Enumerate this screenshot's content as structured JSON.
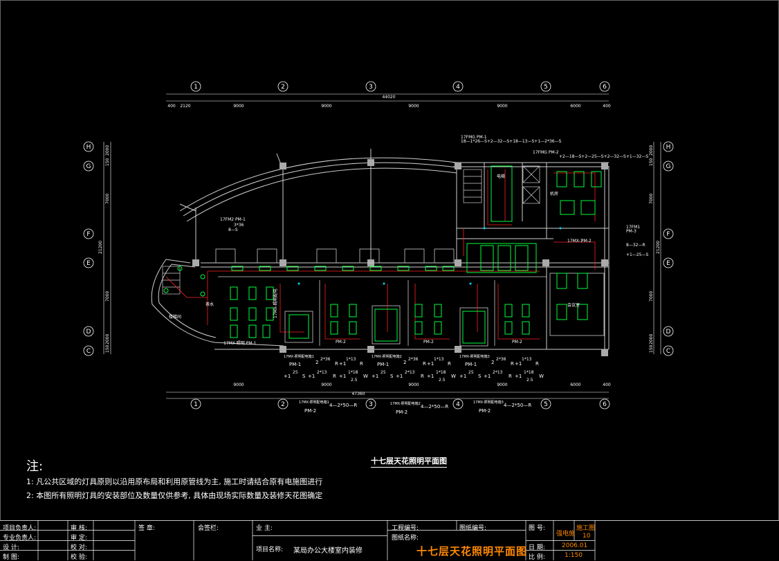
{
  "colors": {
    "wall": "#d0d0d0",
    "grid": "#ffffff",
    "light": "#00ff3c",
    "wire": "#ff2020",
    "text": "#ffffff",
    "accent": "#ff8a00",
    "cyan": "#00d8ff"
  },
  "grid_cols": [
    "1",
    "2",
    "3",
    "4",
    "5",
    "6"
  ],
  "grid_rows": [
    "H",
    "G",
    "F",
    "E",
    "D",
    "C"
  ],
  "dims_top": {
    "overall": "44020",
    "segments": [
      "400",
      "2120",
      "9000",
      "9000",
      "9000",
      "9000",
      "6000",
      "400"
    ]
  },
  "dims_bottom": {
    "overall": "47360",
    "segments": [
      "9000",
      "9000",
      "9000",
      "9000",
      "6000",
      "400"
    ]
  },
  "dims_left": [
    "2000",
    "150",
    "7000",
    "21200",
    "7000",
    "2000",
    "150"
  ],
  "dims_right": [
    "2000",
    "150",
    "7000",
    "21200",
    "7000",
    "2000",
    "150"
  ],
  "plan_labels": {
    "pm1_top_left": "17FM2  PM-1",
    "fraction_top_left": "3*36",
    "eq_top_left": "8—S",
    "top_right_1": "17FMG PM-1",
    "top_right_formula": "18—1*26—S+2—32—S+18—13—S+1—2*36—S",
    "top_right_2": "17FMG PM-2",
    "top_right_formula2": "+2—18—S+2—25—S+2—32—S+1—32—S",
    "right_side_a": "17FM1",
    "right_side_b": "PM-3",
    "right_side_c": "8—32—R",
    "right_side_d": "+1—25—S",
    "mid_pm2": "PM-2",
    "mid_box": "17MX-1",
    "left_label": "17MX-照明配电",
    "pm1_bottom": "17MX-照明  PM-1",
    "pm2": "PM-2",
    "stair": "楼梯间",
    "room_tea": "茶水",
    "room_elev": "电梯",
    "room_mech": "机房",
    "room_meeting": "会议室"
  },
  "legend_groups": [
    {
      "head": "17MX-照明配电箱1",
      "pm": "PM-1",
      "f1": "2*36",
      "f1s": "R",
      "f2": "1*13",
      "f2s": "R",
      "line2a": "+1",
      "f3": "25",
      "f3s": "S",
      "f4": "2*13",
      "f4s": "R",
      "f5": "1*18",
      "f5b": "2.5",
      "f5s": "W"
    },
    {
      "head": "17MX-照明配电箱2",
      "pm": "PM-1",
      "f1": "2*36",
      "f1s": "R",
      "f2": "1*13",
      "f2s": "R",
      "line2a": "+1",
      "f3": "25",
      "f3s": "S",
      "f4": "2*13",
      "f4s": "R",
      "f5": "1*18",
      "f5b": "2.5",
      "f5s": "W"
    },
    {
      "head": "17MX-照明配电箱3",
      "pm": "PM-1",
      "f1": "2*36",
      "f1s": "R",
      "f2": "1*13",
      "f2s": "R",
      "line2a": "+1",
      "f3": "25",
      "f3s": "S",
      "f4": "2*13",
      "f4s": "R",
      "f5": "1*18",
      "f5b": "2.5",
      "f5s": "W"
    }
  ],
  "pm2_groups": [
    {
      "head": "17MX-照明配电箱1",
      "pm": "PM-2",
      "f": "4—2*50—R"
    },
    {
      "head": "17MX-照明配电箱2",
      "pm": "PM-2",
      "f": "4—2*50—R"
    },
    {
      "head": "17MX-照明配电箱3",
      "pm": "PM-2",
      "f": "4—2*50—R"
    }
  ],
  "drawing_title": "十七层天花照明平面图",
  "notes": {
    "title": "注:",
    "n1": "1: 凡公共区域的灯具原则以沿用原布局和利用原管线为主, 施工时请结合原有电施图进行",
    "n2": "2: 本图所有照明灯具的安装部位及数量仅供参考, 具体由现场实际数量及装修天花图确定"
  },
  "title_block": {
    "proj_manager": "项目负责人:",
    "spec_manager": "专业负责人:",
    "design": "设    计:",
    "drawing": "制    图:",
    "review": "审    核:",
    "approve": "审    定:",
    "check": "校    对:",
    "verify": "校    验:",
    "sign": "签  章:",
    "notes_label": "会签栏:",
    "owner": "业    主:",
    "project_name_label": "项目名称:",
    "project_name": "某局办公大楼室内装修",
    "project_no": "工程编号:",
    "drawing_no_label": "图纸编号:",
    "drawing_name_label": "图纸名称:",
    "drawing_name": "十七层天花照明平面图",
    "sheet_label": "图    号:",
    "sheet_cat": "施工图",
    "sheet_disc": "强电施",
    "sheet_no": "10",
    "date_label": "日  期:",
    "date": "2006.01",
    "scale_label": "比  例:",
    "scale": "1:150"
  }
}
